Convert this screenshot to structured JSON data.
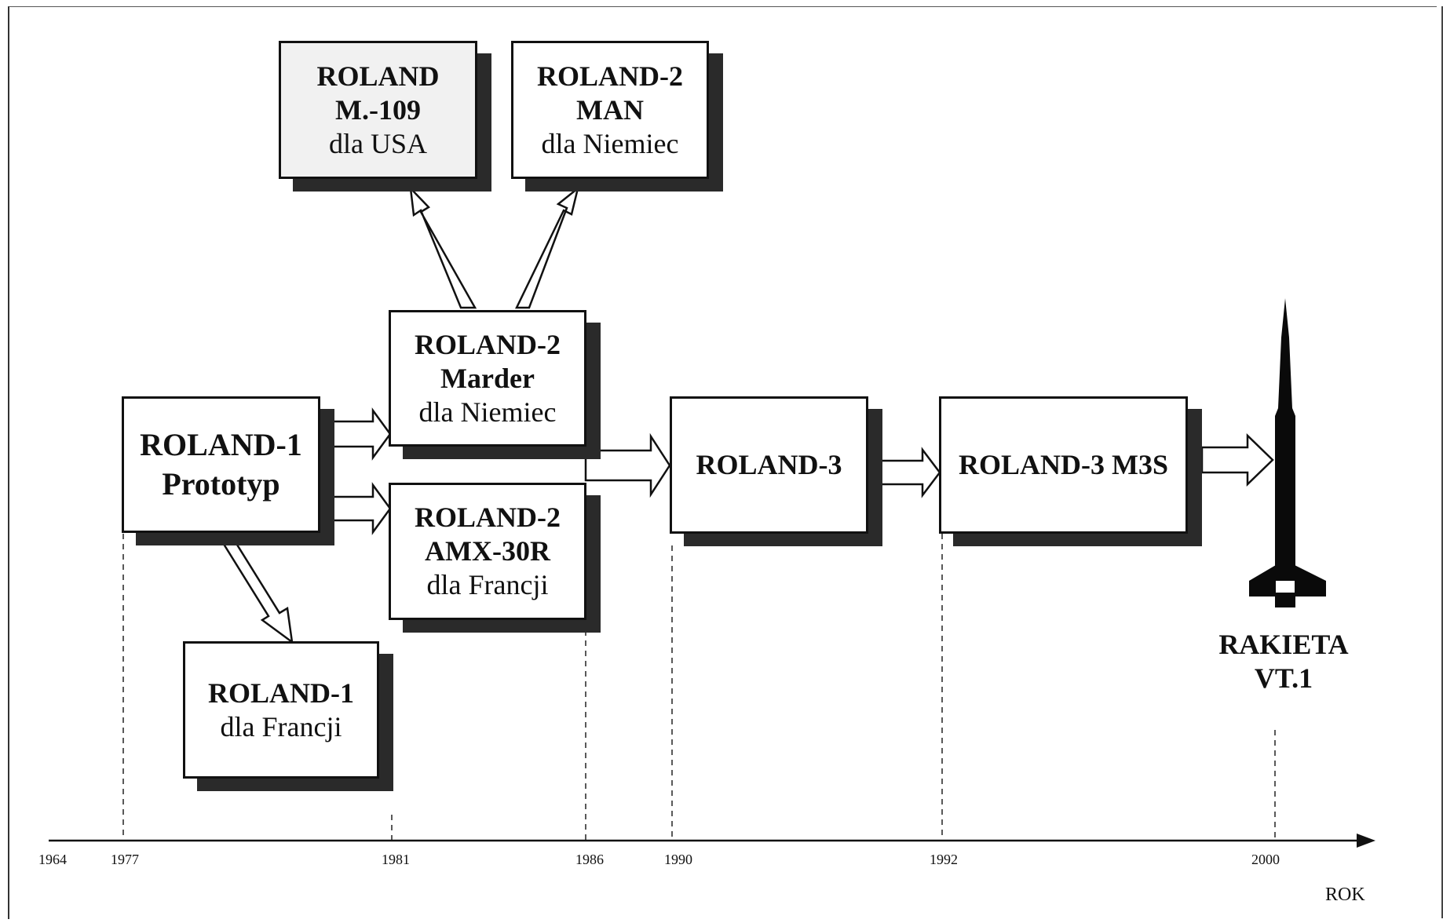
{
  "boxes": {
    "roland1_proto": {
      "l1": "ROLAND-1",
      "l2": "Prototyp"
    },
    "roland1_fr": {
      "l1": "ROLAND-1",
      "l2": "dla  Francji"
    },
    "roland_usa": {
      "l1": "ROLAND",
      "l2": "M.-109",
      "l3": "dla  USA"
    },
    "roland2_man": {
      "l1": "ROLAND-2",
      "l2": "MAN",
      "l3": "dla  Niemiec"
    },
    "roland2_marder": {
      "l1": "ROLAND-2",
      "l2": "Marder",
      "l3": "dla Niemiec"
    },
    "roland2_amx": {
      "l1": "ROLAND-2",
      "l2": "AMX-30R",
      "l3": "dla Francji"
    },
    "roland3": {
      "l1": "ROLAND-3"
    },
    "roland3_m3s": {
      "l1": "ROLAND-3 M3S"
    }
  },
  "rocket": {
    "l1": "RAKIETA",
    "l2": "VT.1"
  },
  "axis": {
    "label": "ROK",
    "years": [
      "1964",
      "1977",
      "1981",
      "1986",
      "1990",
      "1992",
      "2000"
    ]
  }
}
